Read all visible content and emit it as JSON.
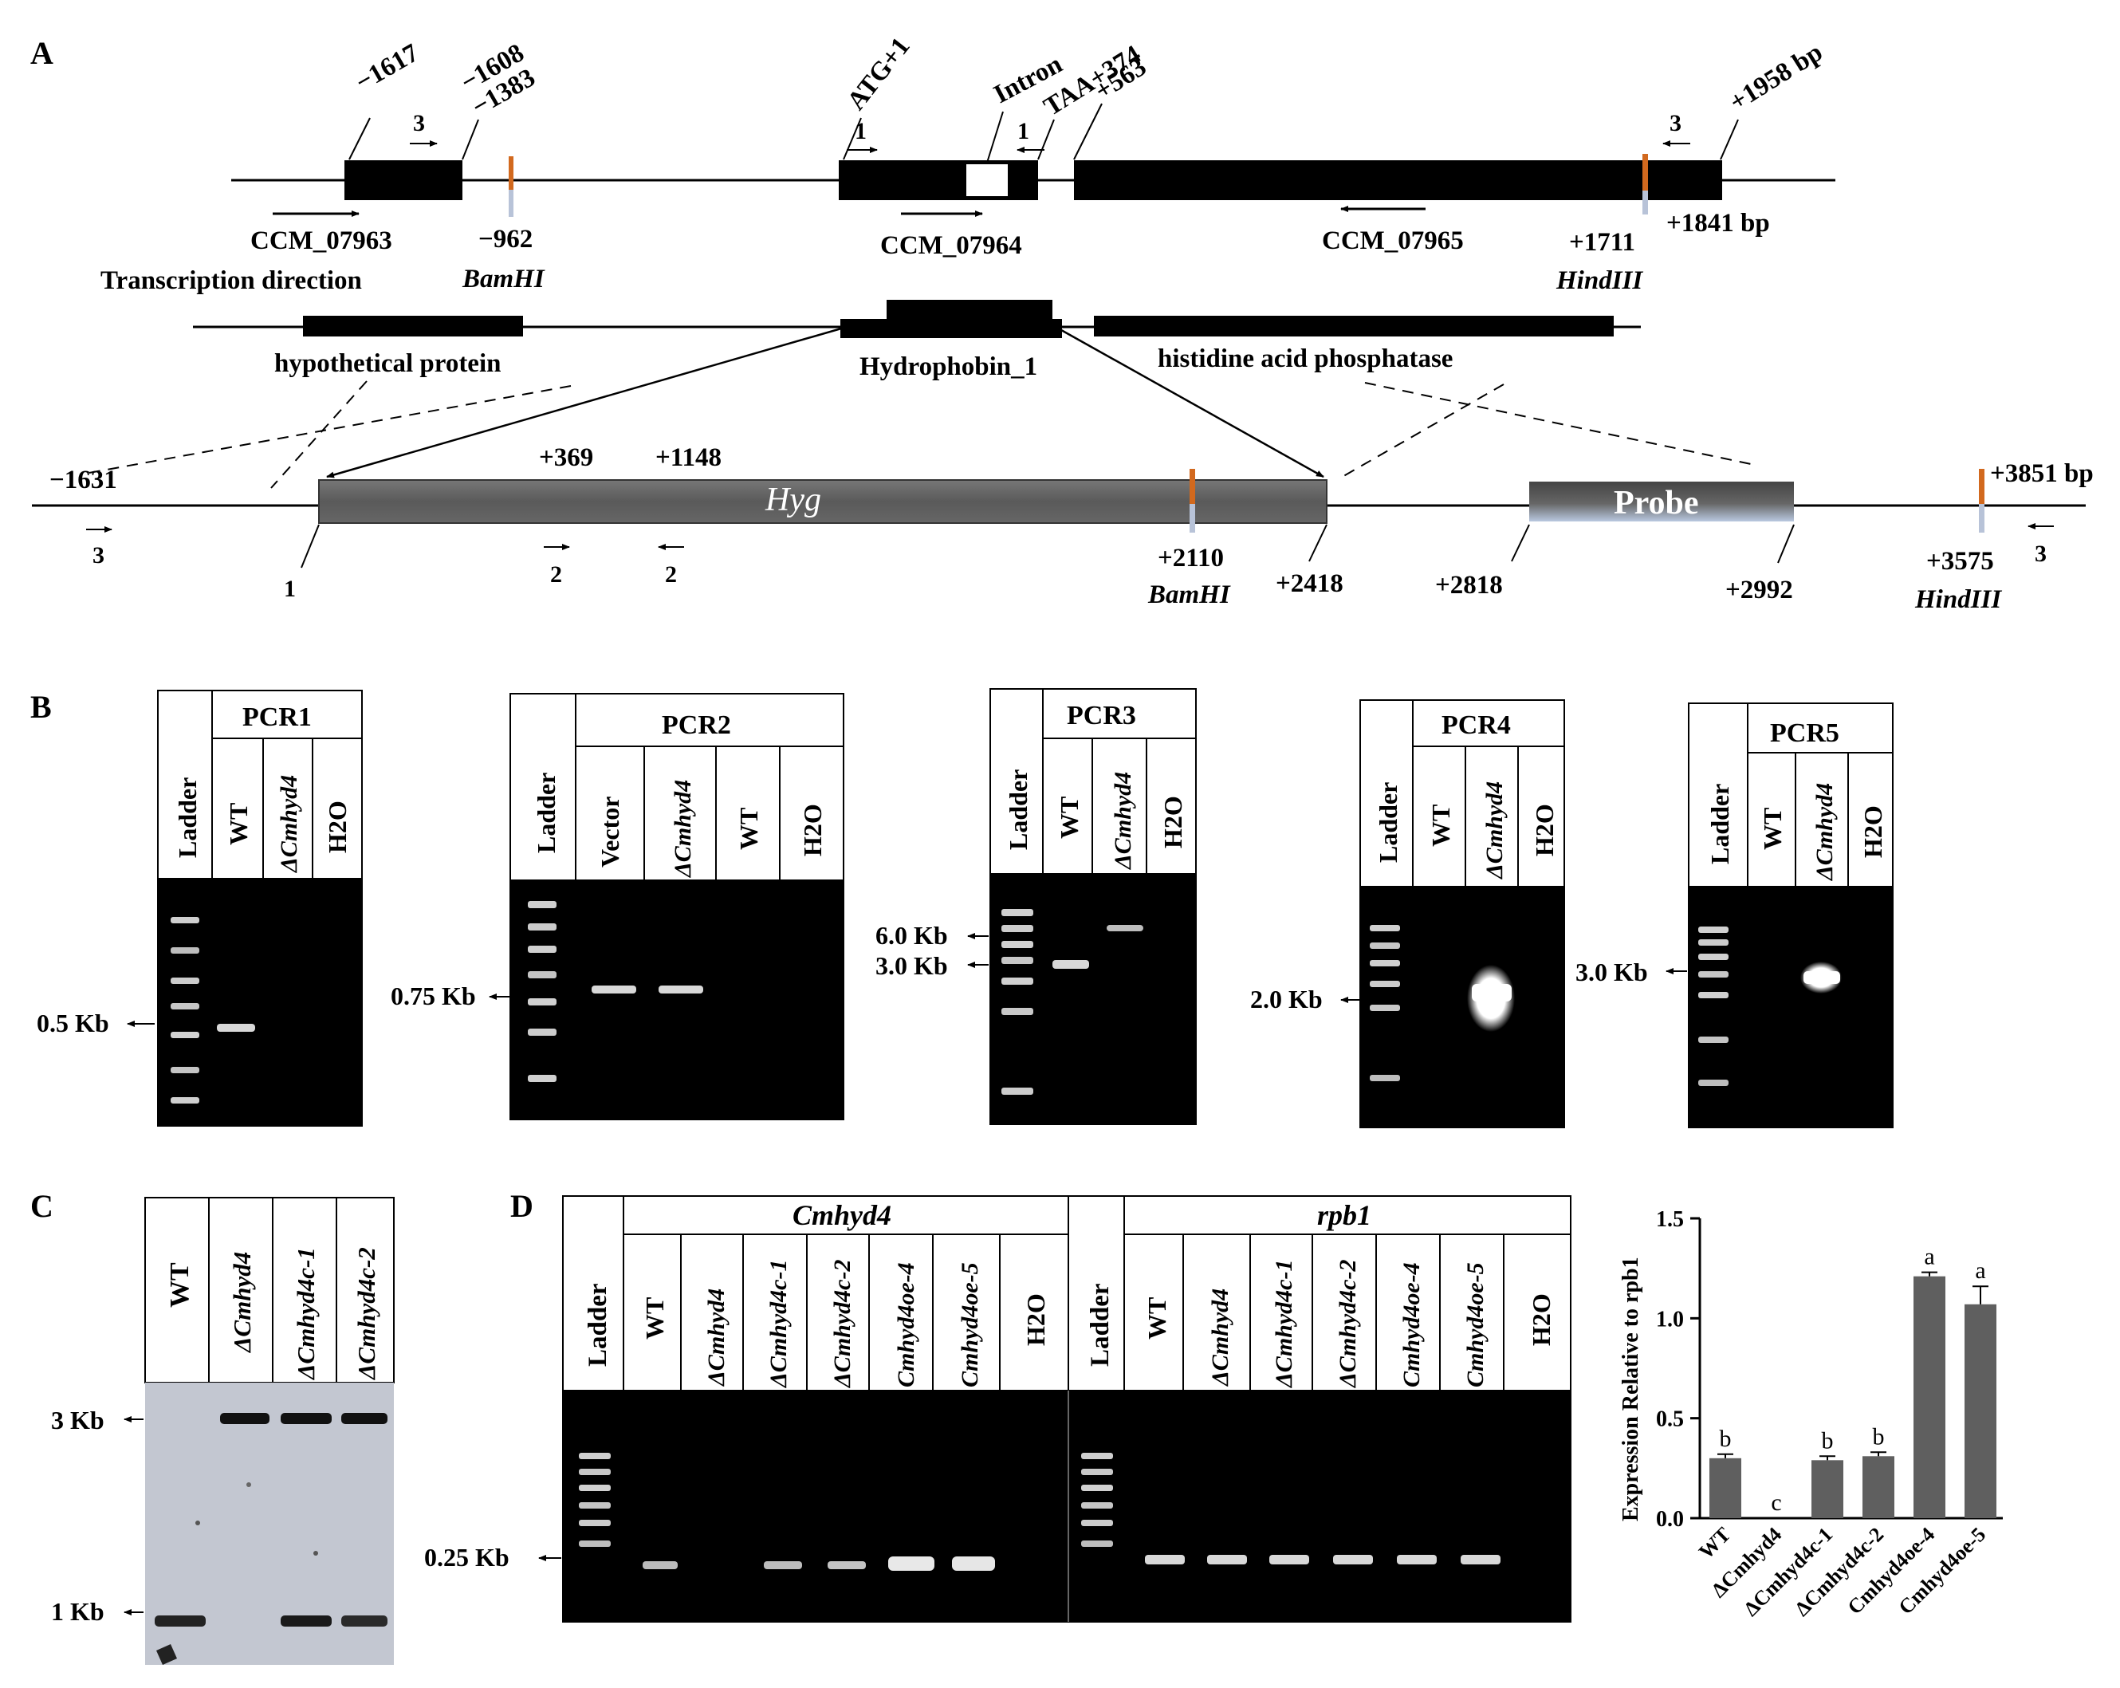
{
  "panel_letters": {
    "a": "A",
    "b": "B",
    "c": "C",
    "d": "D"
  },
  "panelA": {
    "row1": {
      "labels": {
        "p1617": "−1617",
        "p1608": "−1608",
        "p1383": "−1383",
        "atg": "ATG+1",
        "intron": "Intron",
        "taa": "TAA+374",
        "p563": "+563",
        "p1958": "+1958 bp",
        "ccm63": "CCM_07963",
        "p962": "−962",
        "bamhi": "BamHI",
        "ccm64": "CCM_07964",
        "ccm65": "CCM_07965",
        "p1711": "+1711",
        "hindiii": "HindIII",
        "p1841": "+1841 bp",
        "direction": "Transcription direction"
      },
      "primers": {
        "a": "3",
        "b": "1",
        "c": "1",
        "d": "3"
      }
    },
    "row2": {
      "hyp": "hypothetical protein",
      "hydrophobin": "Hydrophobin_1",
      "histidine": "histidine acid phosphatase"
    },
    "row3": {
      "labels": {
        "m1631": "−1631",
        "p369": "+369",
        "p1148": "+1148",
        "hyg": "Hyg",
        "probe": "Probe",
        "p3851": "+3851 bp",
        "p2110": "+2110",
        "bamhi": "BamHI",
        "p2418": "+2418",
        "p2818": "+2818",
        "p2992": "+2992",
        "p3575": "+3575",
        "hindiii": "HindIII"
      },
      "primers": {
        "left3": "3",
        "hyg1": "1",
        "f2": "2",
        "r2": "2",
        "right3": "3"
      }
    }
  },
  "panelB": {
    "gels": [
      {
        "title": "PCR1",
        "ladder": "Ladder",
        "lanes": [
          "WT",
          "ΔCmhyd4",
          "H2O"
        ],
        "size": "0.5 Kb"
      },
      {
        "title": "PCR2",
        "ladder": "Ladder",
        "lanes": [
          "Vector",
          "ΔCmhyd4",
          "WT",
          "H2O"
        ],
        "size": "0.75 Kb"
      },
      {
        "title": "PCR3",
        "ladder": "Ladder",
        "lanes": [
          "WT",
          "ΔCmhyd4",
          "H2O"
        ],
        "size": "6.0 Kb",
        "size2": "3.0 Kb"
      },
      {
        "title": "PCR4",
        "ladder": "Ladder",
        "lanes": [
          "WT",
          "ΔCmhyd4",
          "H2O"
        ],
        "size": "2.0 Kb"
      },
      {
        "title": "PCR5",
        "ladder": "Ladder",
        "lanes": [
          "WT",
          "ΔCmhyd4",
          "H2O"
        ],
        "size": "3.0 Kb"
      }
    ]
  },
  "panelC": {
    "lanes": [
      "WT",
      "ΔCmhyd4",
      "ΔCmhyd4c-1",
      "ΔCmhyd4c-2"
    ],
    "size_top": "3 Kb",
    "size_bottom": "1 Kb"
  },
  "panelD": {
    "gene1": "Cmhyd4",
    "gene2": "rpb1",
    "ladder": "Ladder",
    "lanes": [
      "WT",
      "ΔCmhyd4",
      "ΔCmhyd4c-1",
      "ΔCmhyd4c-2",
      "Cmhyd4oe-4",
      "Cmhyd4oe-5",
      "H2O"
    ],
    "size": "0.25 Kb"
  },
  "chart_data": {
    "type": "bar",
    "categories": [
      "WT",
      "ΔCmhyd4",
      "ΔCmhyd4c-1",
      "ΔCmhyd4c-2",
      "Cmhyd4oe-4",
      "Cmhyd4oe-5"
    ],
    "values": [
      0.3,
      0.0,
      0.29,
      0.31,
      1.21,
      1.07
    ],
    "errors": [
      0.02,
      0.0,
      0.02,
      0.02,
      0.02,
      0.09
    ],
    "significance": [
      "b",
      "c",
      "b",
      "b",
      "a",
      "a"
    ],
    "ylabel": "Expression Relative to rpb1",
    "ylim": [
      0,
      1.5
    ],
    "yticks": [
      "0.0",
      "0.5",
      "1.0",
      "1.5"
    ],
    "bar_color": "#5f5f5f",
    "grid": false
  }
}
